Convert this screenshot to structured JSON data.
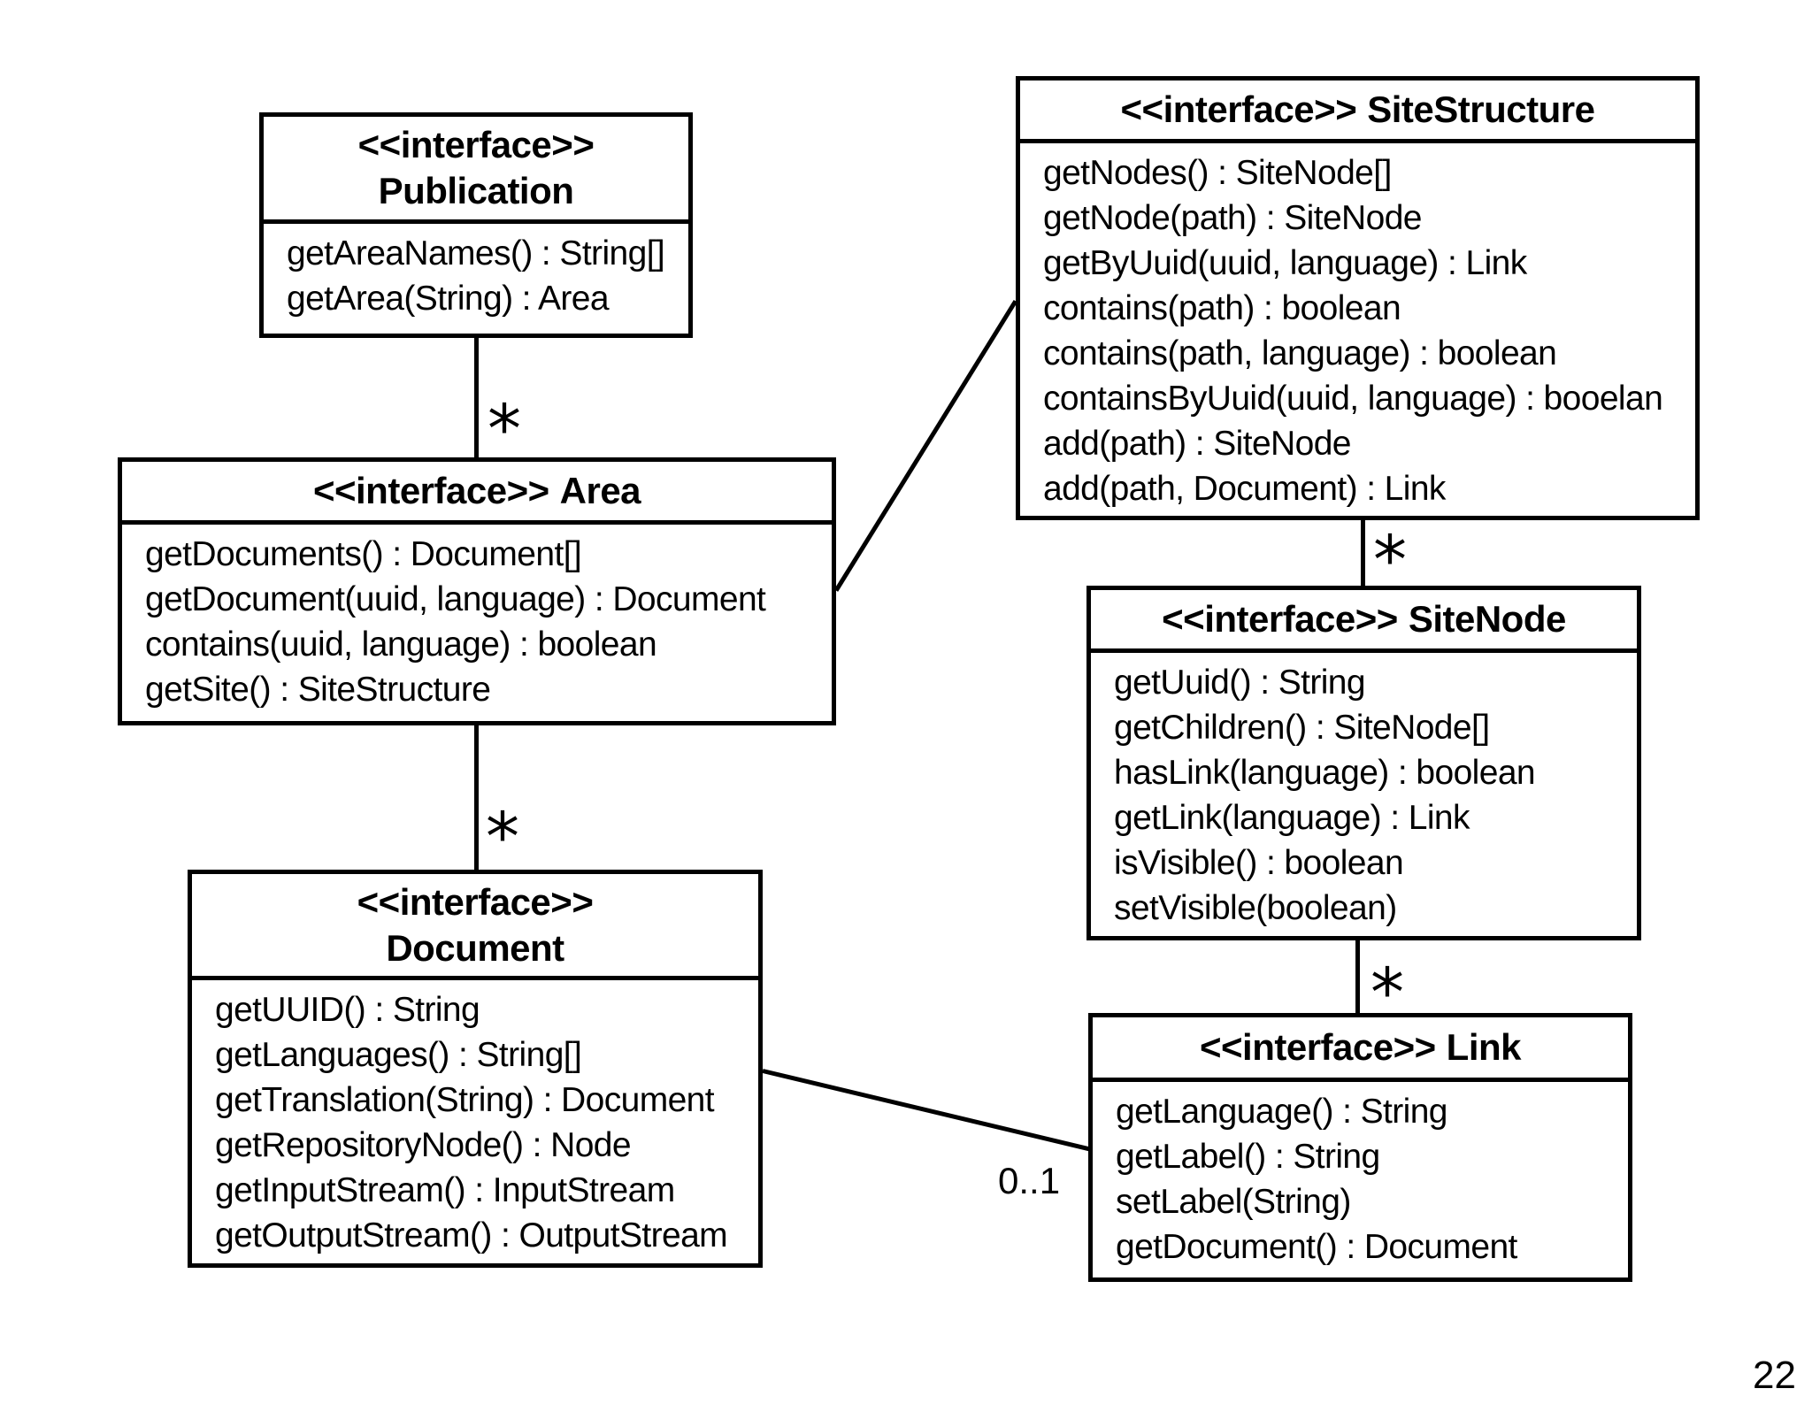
{
  "page": {
    "number": "22"
  },
  "diagram": {
    "classes": [
      {
        "stereotype": "<<interface>>",
        "name": "Publication",
        "methods": [
          "getAreaNames() : String[]",
          "getArea(String) : Area"
        ]
      },
      {
        "stereotype": "<<interface>>",
        "name": "SiteStructure",
        "methods": [
          "getNodes() : SiteNode[]",
          "getNode(path) : SiteNode",
          "getByUuid(uuid, language) : Link",
          "contains(path) : boolean",
          "contains(path, language) : boolean",
          "containsByUuid(uuid, language) : booelan",
          "add(path) : SiteNode",
          "add(path, Document) : Link"
        ]
      },
      {
        "stereotype": "<<interface>>",
        "name": "Area",
        "methods": [
          "getDocuments() : Document[]",
          "getDocument(uuid, language) : Document",
          "contains(uuid, language) : boolean",
          "getSite() : SiteStructure"
        ]
      },
      {
        "stereotype": "<<interface>>",
        "name": "SiteNode",
        "methods": [
          "getUuid() : String",
          "getChildren() : SiteNode[]",
          "hasLink(language) : boolean",
          "getLink(language) : Link",
          "isVisible() : boolean",
          "setVisible(boolean)"
        ]
      },
      {
        "stereotype": "<<interface>>",
        "name": "Document",
        "methods": [
          "getUUID() : String",
          "getLanguages() : String[]",
          "getTranslation(String) : Document",
          "getRepositoryNode() : Node",
          "getInputStream() : InputStream",
          "getOutputStream() : OutputStream"
        ]
      },
      {
        "stereotype": "<<interface>>",
        "name": "Link",
        "methods": [
          "getLanguage() : String",
          "getLabel() : String",
          "setLabel(String)",
          "getDocument() : Document"
        ]
      }
    ],
    "relations": [
      {
        "from": "Publication",
        "to": "Area",
        "multiplicity": "*"
      },
      {
        "from": "Area",
        "to": "Document",
        "multiplicity": "*"
      },
      {
        "from": "SiteStructure",
        "to": "SiteNode",
        "multiplicity": "*"
      },
      {
        "from": "SiteNode",
        "to": "Link",
        "multiplicity": "*"
      },
      {
        "from": "Document",
        "to": "Link",
        "multiplicity": "0..1"
      },
      {
        "from": "Area",
        "to": "SiteStructure",
        "multiplicity": ""
      }
    ]
  }
}
